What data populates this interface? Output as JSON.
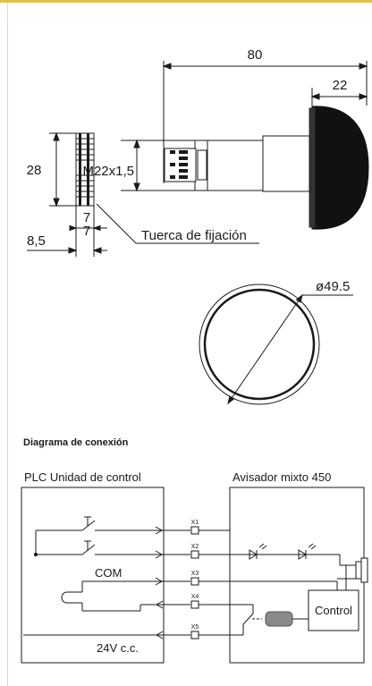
{
  "dimensions": {
    "length": "80",
    "cap": "22",
    "height": "28",
    "thread": "M22x1,5",
    "nut_a": "7",
    "nut_b": "7",
    "offset": "8,5",
    "nut_label": "Tuerca de fijación",
    "diameter": "ø49.5"
  },
  "wiring": {
    "title": "Diagrama de conexión",
    "left_title": "PLC Unidad de control",
    "right_title": "Avisador mixto 450",
    "com": "COM",
    "supply": "24V c.c.",
    "control": "Control",
    "terminals": [
      "X1",
      "X2",
      "X3",
      "X4",
      "X5"
    ]
  },
  "colors": {
    "accent": "#e2c04a",
    "line": "#1a1a1a",
    "relay": "#8a8a8a"
  }
}
